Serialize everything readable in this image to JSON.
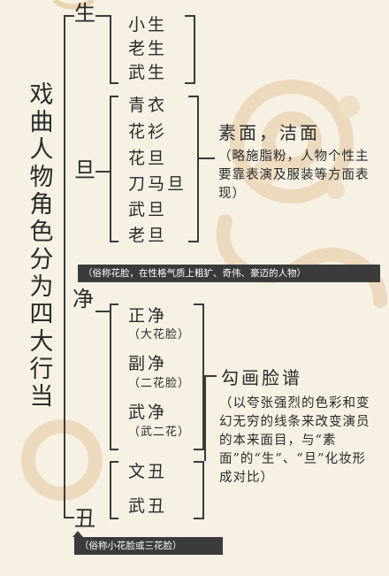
{
  "diagram": {
    "title": "戏曲人物角色分为四大行当",
    "roles": {
      "sheng": "生",
      "dan": "旦",
      "jing": "净",
      "chou": "丑"
    },
    "sheng_types": [
      "小生",
      "老生",
      "武生"
    ],
    "dan_types": [
      "青衣",
      "花衫",
      "花旦",
      "刀马旦",
      "武旦",
      "老旦"
    ],
    "jing_types": [
      {
        "name": "正净",
        "alias": "（大花脸）"
      },
      {
        "name": "副净",
        "alias": "（二花脸）"
      },
      {
        "name": "武净",
        "alias": "（武二花）"
      }
    ],
    "chou_types": [
      "文丑",
      "武丑"
    ],
    "plain_face": {
      "heading": "素面，洁面",
      "description": "（略施脂粉，人物个性主要靠表演及服装等方面表现）"
    },
    "painted_face": {
      "heading": "勾画脸谱",
      "description": "（以夸张强烈的色彩和变幻无穷的线条来改变演员的本来面目，与“素面”的“生”、“旦”化妆形成对比）"
    },
    "jing_note": "（俗称花脸，在性格气质上粗犷、奇伟、豪迈的人物）",
    "chou_note": "（俗称小花脸或三花脸）"
  },
  "colors": {
    "background": "#f7f1e4",
    "decoration": "#edd9bd",
    "ink": "#2a2a2a",
    "note_band": "#3b3b3b"
  }
}
